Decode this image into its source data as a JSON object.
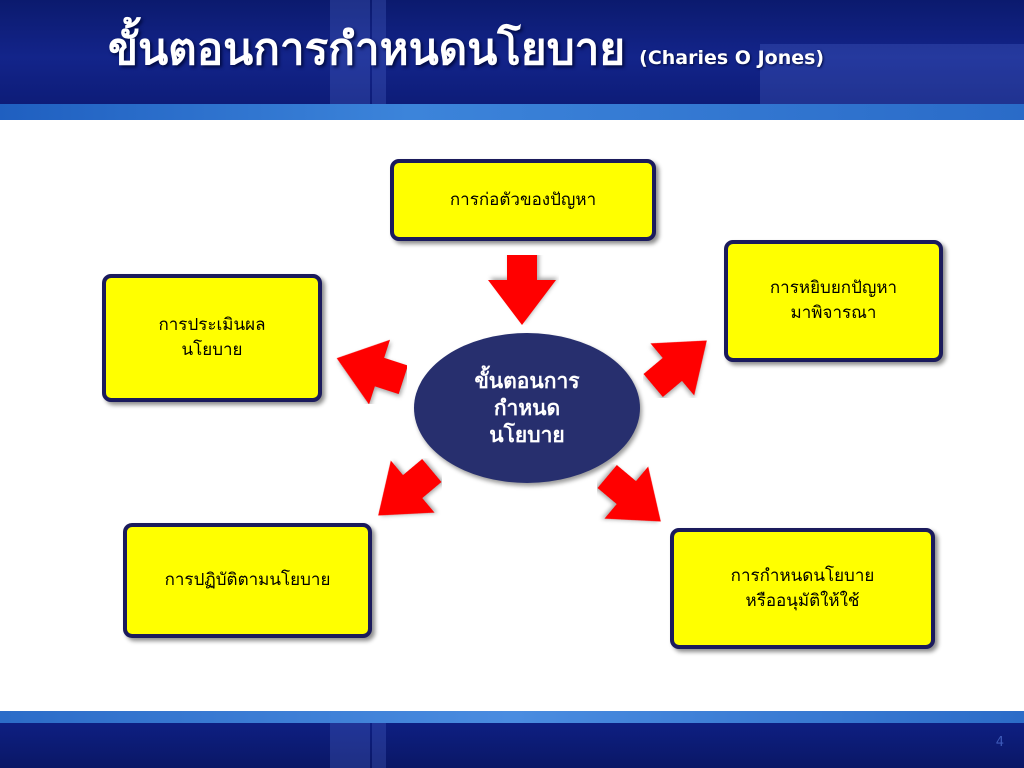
{
  "slide": {
    "title": "ขั้นตอนการกำหนดนโยบาย",
    "subtitle": "(Charies O Jones)",
    "page_number": "4"
  },
  "diagram": {
    "center": {
      "line1": "ขั้นตอนการ",
      "line2": "กำหนด",
      "line3": "นโยบาย"
    },
    "steps": [
      {
        "line1": "การก่อตัวของปัญหา",
        "line2": ""
      },
      {
        "line1": "การหยิบยกปัญหา",
        "line2": "มาพิจารณา"
      },
      {
        "line1": "การกำหนดนโยบาย",
        "line2": "หรืออนุมัติให้ใช้"
      },
      {
        "line1": "การปฏิบัติตามนโยบาย",
        "line2": ""
      },
      {
        "line1": "การประเมินผล",
        "line2": "นโยบาย"
      }
    ]
  },
  "colors": {
    "box_fill": "#ffff00",
    "box_border": "#1b1b5c",
    "center_fill": "#272f6e",
    "arrow": "#ff0000",
    "header": "#13248a"
  }
}
